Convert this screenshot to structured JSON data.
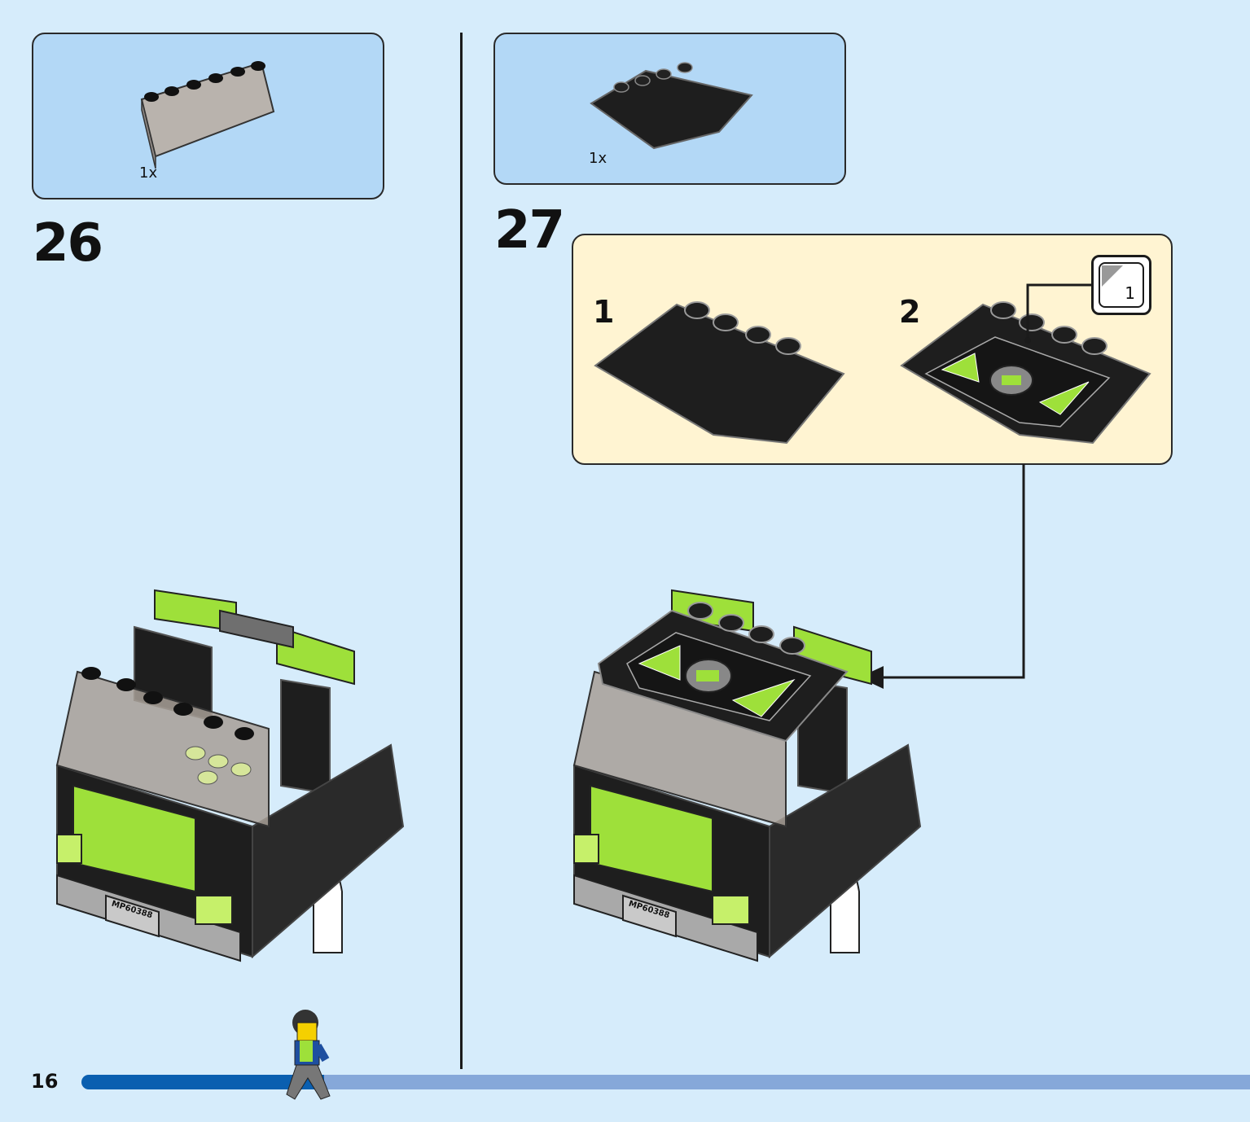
{
  "page": {
    "number": "16",
    "progress_fraction": 0.26
  },
  "step26": {
    "number": "26",
    "parts": [
      {
        "qty": "1x",
        "color": "transparent-brown"
      }
    ]
  },
  "step27": {
    "number": "27",
    "parts": [
      {
        "qty": "1x",
        "color": "black"
      }
    ],
    "substeps": [
      {
        "number": "1"
      },
      {
        "number": "2"
      }
    ],
    "sticker": {
      "number": "1"
    }
  },
  "license_plate": "MP60388",
  "colors": {
    "background": "#d6ecfb",
    "parts_panel": "#b3d8f6",
    "substep_panel": "#fff4d2",
    "lime": "#9ee03a",
    "black_brick": "#1e1e1e",
    "progress_done": "#0a5fb0",
    "progress_rest": "#86a8d9"
  }
}
